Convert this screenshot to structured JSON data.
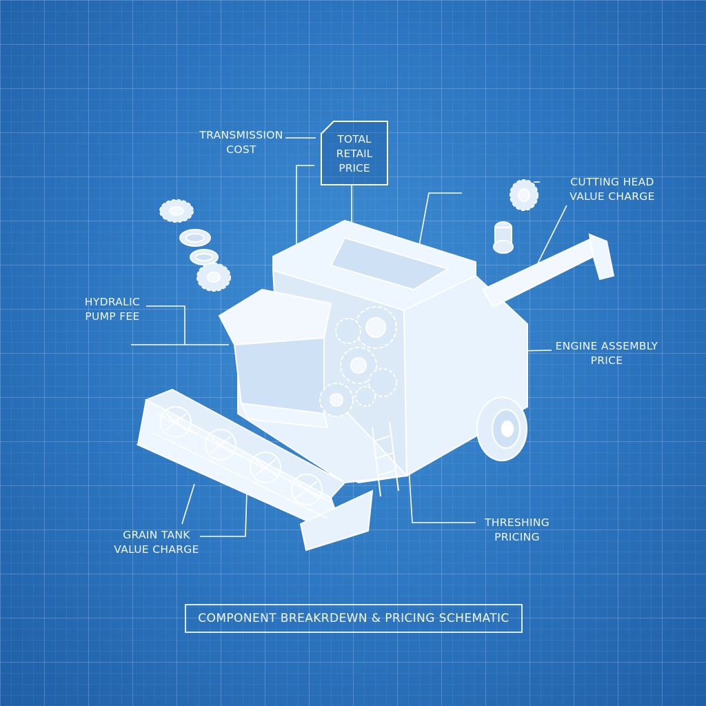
{
  "diagram": {
    "title": "COMPONENT BREAKRDEWN & PRICING SCHEMATIC",
    "center_label": [
      "TOTAL",
      "RETAIL",
      "PRICE"
    ],
    "callouts": {
      "transmission": [
        "TRANSMISSION",
        "COST"
      ],
      "cutting_head": [
        "CUTTING HEAD",
        "VALUE CHARGE"
      ],
      "hydraulic": [
        "HYDRALIC",
        "PUMP FEE"
      ],
      "engine": [
        "ENGINE ASSEMBLY",
        "PRICE"
      ],
      "threshing": [
        "THRESHING",
        "PRICING"
      ],
      "grain_tank": [
        "GRAIN TANK",
        "VALUE CHARGE"
      ]
    },
    "colors": {
      "background": "#2c74bf",
      "line": "#ffffff",
      "panel_fill": "#eaf3fc",
      "panel_shade": "#cfe2f5"
    }
  }
}
